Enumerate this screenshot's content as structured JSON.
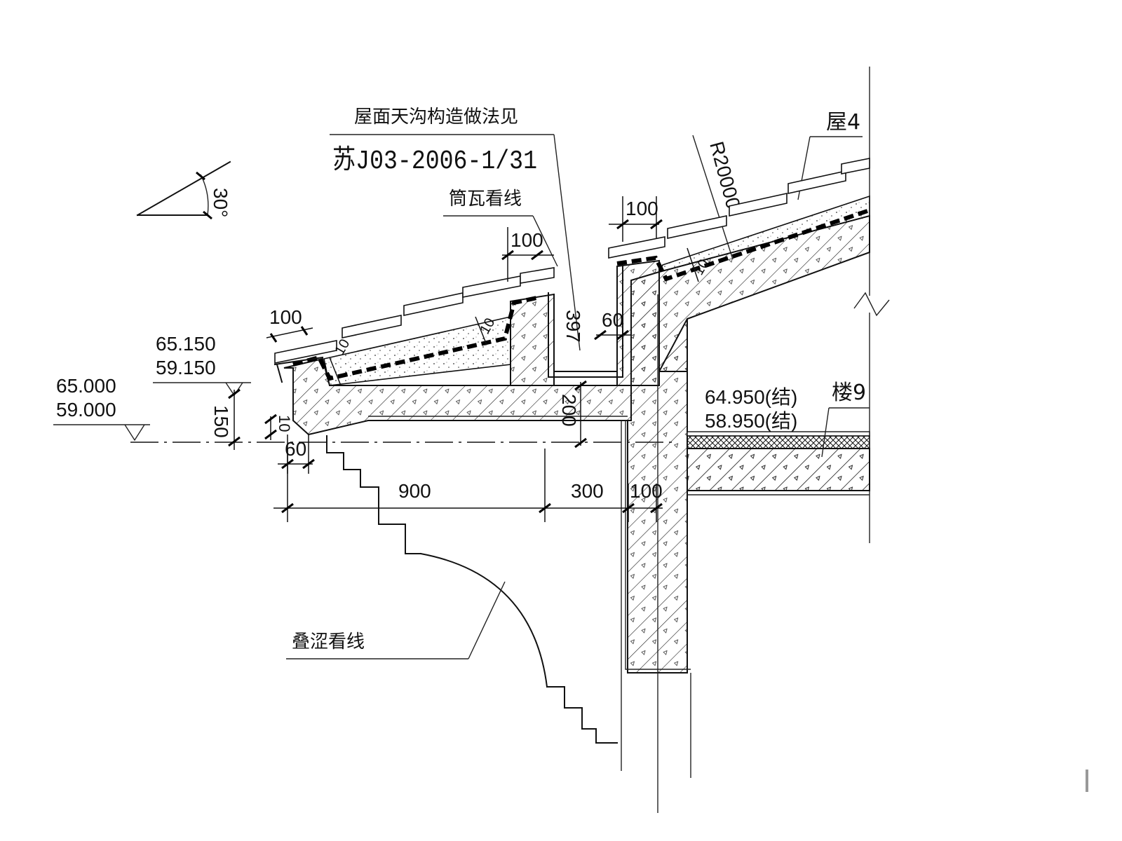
{
  "labels": {
    "note_title": "屋面天沟构造做法见",
    "note_code": "苏J03-2006-1/31",
    "tube_tile": "筒瓦看线",
    "stacked_corbel": "叠涩看线",
    "roof_ref": "屋4",
    "floor_ref": "楼9",
    "radius": "R20000",
    "angle": "30°"
  },
  "elevations": {
    "eave_top_1": "65.150",
    "eave_top_2": "59.150",
    "eave_bottom_1": "65.000",
    "eave_bottom_2": "59.000",
    "floor_1": "64.950(结)",
    "floor_2": "58.950(结)"
  },
  "dimensions": {
    "d_eave_tile": "100",
    "d_mid_tile": "100",
    "d_top_tile": "100",
    "d_gutter_width": "60",
    "d_gutter_depth": "397",
    "d_slab_thick": "200",
    "d_eave_height": "150",
    "d_lip_thick": "60",
    "d_lip_height": "10",
    "d_base_900": "900",
    "d_base_300": "300",
    "d_base_100": "100",
    "d_slope_10a": "10",
    "d_slope_10b": "10",
    "d_slope_10c": "10"
  }
}
